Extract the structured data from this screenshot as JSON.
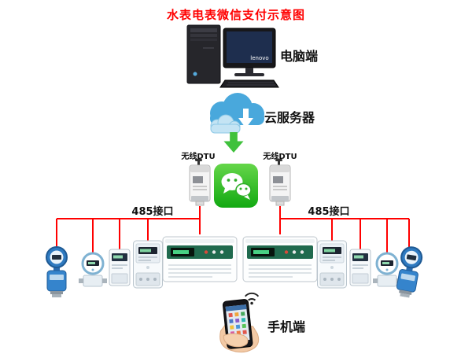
{
  "title": "水表电表微信支付示意图",
  "nodes": {
    "computer": {
      "label": "电脑端"
    },
    "cloud_server": {
      "label": "云服务器"
    },
    "dtu_left": {
      "label": "无线DTU"
    },
    "dtu_right": {
      "label": "无线DTU"
    },
    "bus_left": {
      "label": "485接口"
    },
    "bus_right": {
      "label": "485接口"
    },
    "phone": {
      "label": "手机端"
    },
    "monitor_brand": "lenovo"
  },
  "icons": {
    "top": "desktop-computer",
    "middle": [
      "cloud-download",
      "green-down-arrow",
      "wireless-dtu-module",
      "wechat-logo"
    ],
    "bottom": "hand-holding-smartphone"
  },
  "devices": {
    "left_row": [
      "smart-water-meter",
      "water-meter",
      "electric-meter-small",
      "electric-meter",
      "collector-controller"
    ],
    "right_row": [
      "collector-controller",
      "electric-meter",
      "electric-meter-small",
      "water-meter",
      "smart-water-meter"
    ]
  },
  "colors": {
    "title_red": "#ff0000",
    "wire_red": "#ff0000",
    "arrow_green": "#3fc13c",
    "wechat_green": "#2fae29",
    "cloud_blue": "#49a8dc",
    "controller_green": "#206a4e",
    "water_meter_blue": "#2f7ac0"
  }
}
